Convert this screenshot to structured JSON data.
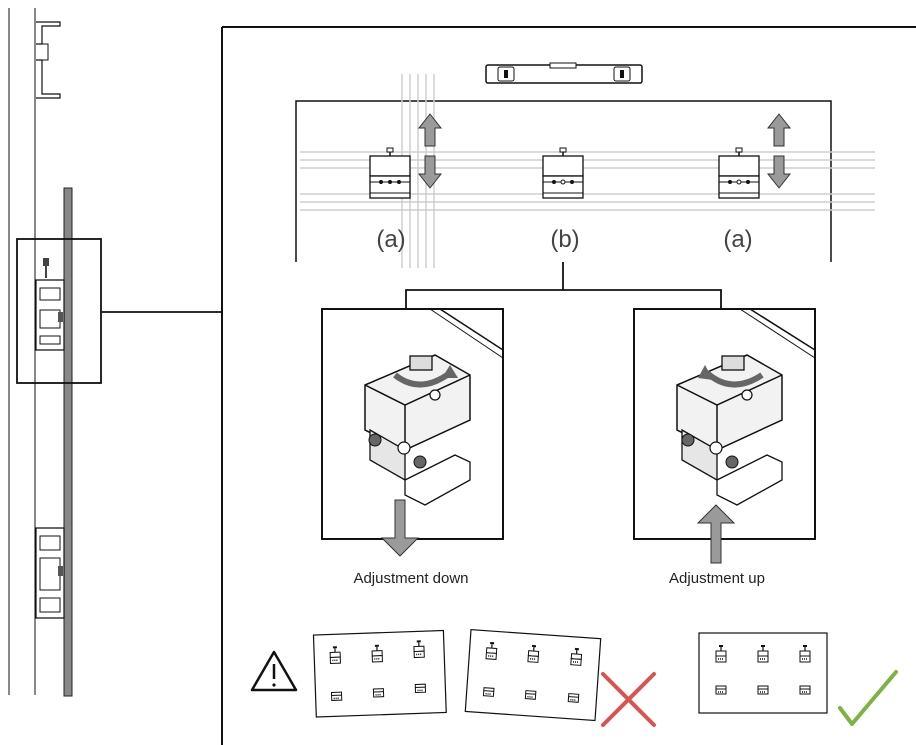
{
  "positions": {
    "left": "(a)",
    "center": "(b)",
    "right": "(a)"
  },
  "captions": {
    "down": "Adjustment down",
    "up": "Adjustment up"
  },
  "status": {
    "wrong": "incorrect-alignment",
    "right": "correct-alignment"
  },
  "colors": {
    "line": "#111111",
    "panel": "#888888",
    "arrow": "#9a9a9a",
    "cross": "#d9534f",
    "check": "#7cb342",
    "rail": "#cfcfcf"
  },
  "icons": {
    "warning": "warning-triangle-icon",
    "cross": "cross-mark-icon",
    "check": "check-mark-icon",
    "level": "spirit-level-icon"
  }
}
